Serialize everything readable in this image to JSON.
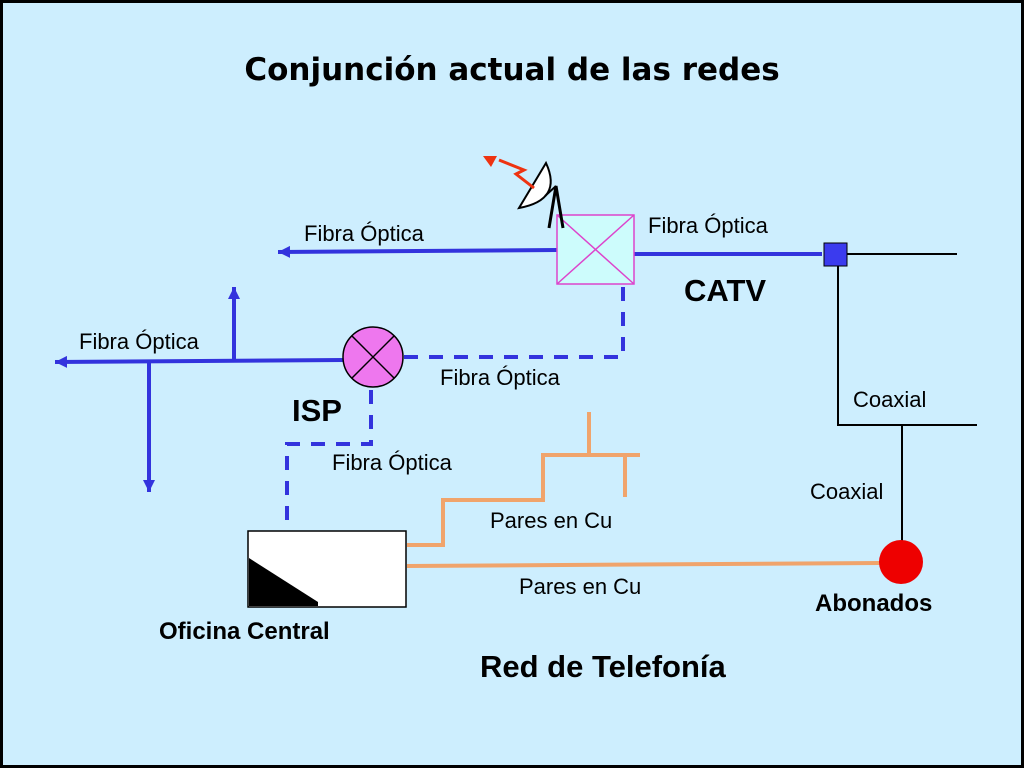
{
  "title": "Conjunción actual de las redes",
  "labels": {
    "fibra_top_left": "Fibra Óptica",
    "fibra_top_right": "Fibra Óptica",
    "fibra_left": "Fibra Óptica",
    "fibra_middle": "Fibra Óptica",
    "fibra_lower": "Fibra Óptica",
    "catv": "CATV",
    "isp": "ISP",
    "coaxial_upper": "Coaxial",
    "coaxial_lower": "Coaxial",
    "pares_upper": "Pares en Cu",
    "pares_lower": "Pares en Cu",
    "abonados": "Abonados",
    "oficina_central": "Oficina Central",
    "red_telefonia": "Red de Telefonía"
  },
  "colors": {
    "background": "#cdeefe",
    "border": "#000000",
    "fiber": "#3333dd",
    "copper": "#f0a46c",
    "coax": "#000000",
    "isp_node": "#ee77ee",
    "catv_box_fill": "#cdfcfc",
    "catv_box_stroke": "#dd44cc",
    "tap": "#3b3bee",
    "subscriber": "#ee0000",
    "lightning": "#ee3311"
  },
  "icons": {
    "antenna": "satellite-dish-icon",
    "catv_headend": "headend-box-icon",
    "isp_router": "router-circle-icon",
    "central_office": "central-office-icon",
    "subscriber": "subscriber-dot-icon",
    "tap": "coax-tap-icon"
  }
}
